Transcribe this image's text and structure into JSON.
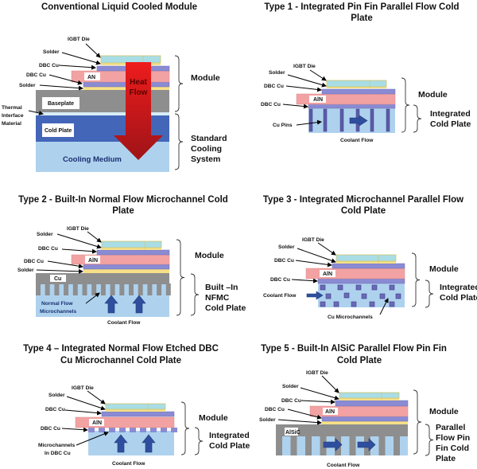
{
  "colors": {
    "die": "#a9dde6",
    "solder": "#f6df87",
    "dbc_cu": "#8a8bd3",
    "aln": "#f2a2a2",
    "copper_gray": "#8e8e8e",
    "cold_plate": "#4466b8",
    "coolant": "#aed2ee",
    "heat_flow": "#d9171c",
    "flow_arrow": "#2f4f9e"
  },
  "conventional": {
    "title": "Conventional Liquid Cooled Module",
    "igbt_die": "IGBT Die",
    "solder_top": "Solder",
    "dbc_cu_top": "DBC Cu",
    "dbc_cu_bottom": "DBC Cu",
    "solder_bottom": "Solder",
    "tim": [
      "Thermal",
      "Interface",
      "Material"
    ],
    "aln": "AN",
    "baseplate": "Baseplate",
    "cold_plate": "Cold Plate",
    "cooling_medium": "Cooling Medium",
    "heat_flow": [
      "Heat",
      "Flow"
    ],
    "module": "Module",
    "standard_cooling": [
      "Standard",
      "Cooling",
      "System"
    ]
  },
  "type1": {
    "title": [
      "Type 1 - Integrated Pin Fin Parallel Flow Cold",
      "Plate"
    ],
    "igbt_die": "IGBT Die",
    "solder": "Solder",
    "dbc_cu_top": "DBC Cu",
    "dbc_cu_bottom": "DBC Cu",
    "cu_pins": "Cu Pins",
    "aln": "AlN",
    "coolant_flow": "Coolant Flow",
    "module": "Module",
    "cold_plate": [
      "Integrated",
      "Cold Plate"
    ]
  },
  "type2": {
    "title": [
      "Type 2 - Built-In Normal Flow Microchannel Cold",
      "Plate"
    ],
    "igbt_die": "IGBT Die",
    "solder_top": "Solder",
    "dbc_cu_top": "DBC Cu",
    "dbc_cu_bottom": "DBC Cu",
    "solder_bottom": "Solder",
    "aln": "AlN",
    "cu": "Cu",
    "microchannels": [
      "Normal Flow",
      "Microchannels"
    ],
    "coolant_flow": "Coolant Flow",
    "module": "Module",
    "cold_plate": [
      "Built –In",
      "NFMC",
      "Cold Plate"
    ]
  },
  "type3": {
    "title": [
      "Type 3 - Integrated Microchannel Parallel Flow",
      "Cold Plate"
    ],
    "igbt_die": "IGBT Die",
    "solder": "Solder",
    "dbc_cu_top": "DBC Cu",
    "dbc_cu_bottom": "DBC Cu",
    "aln": "AlN",
    "coolant_flow": "Coolant Flow",
    "cu_microchannels": "Cu Microchannels",
    "module": "Module",
    "cold_plate": [
      "Integrated",
      "Cold Plate"
    ]
  },
  "type4": {
    "title": [
      "Type 4 – Integrated Normal Flow Etched DBC",
      "Cu Microchannel Cold Plate"
    ],
    "igbt_die": "IGBT Die",
    "solder": "Solder",
    "dbc_cu_top": "DBC Cu",
    "dbc_cu_bottom": "DBC Cu",
    "aln": "AlN",
    "microchannels": [
      "Microchannels",
      "In DBC Cu"
    ],
    "coolant_flow": "Coolant Flow",
    "module": "Module",
    "cold_plate": [
      "Integrated",
      "Cold Plate"
    ]
  },
  "type5": {
    "title": [
      "Type 5 - Built-In AlSiC Parallel Flow Pin Fin",
      "Cold Plate"
    ],
    "igbt_die": "IGBT Die",
    "solder_top": "Solder",
    "dbc_cu_top": "DBC Cu",
    "dbc_cu_bottom": "DBC Cu",
    "solder_bottom": "Solder",
    "aln": "AlN",
    "alsic": "AlSiC",
    "coolant_flow": "Coolant Flow",
    "module": "Module",
    "cold_plate": [
      "Parallel",
      "Flow Pin",
      "Fin Cold",
      "Plate"
    ]
  }
}
